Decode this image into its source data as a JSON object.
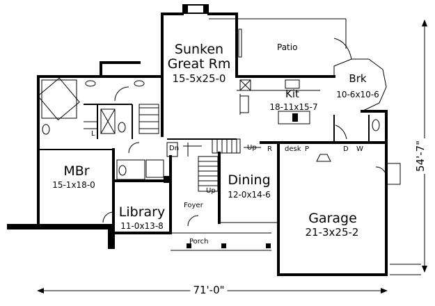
{
  "rooms": {
    "sunken_great_rm": {
      "name_line1": "Sunken",
      "name_line2": "Great Rm",
      "dims": "15-5x25-0"
    },
    "patio": {
      "name": "Patio"
    },
    "brk": {
      "name": "Brk",
      "dims": "10-6x10-6"
    },
    "kit": {
      "name": "Kit",
      "dims": "18-11x15-7"
    },
    "mbr": {
      "name": "MBr",
      "dims": "15-1x18-0"
    },
    "dining": {
      "name": "Dining",
      "dims": "12-0x14-6"
    },
    "library": {
      "name": "Library",
      "dims": "11-0x13-8"
    },
    "foyer": {
      "name": "Foyer"
    },
    "porch": {
      "name": "Porch"
    },
    "garage": {
      "name": "Garage",
      "dims": "21-3x25-2"
    }
  },
  "fixtures": {
    "dn": "Dn",
    "up_top": "Up",
    "up_stair": "Up",
    "r": "R",
    "desk": "desk",
    "p": "P",
    "d": "D",
    "w": "W",
    "l": "L"
  },
  "dimensions": {
    "width": "71'-0\"",
    "depth": "54'-7\""
  }
}
